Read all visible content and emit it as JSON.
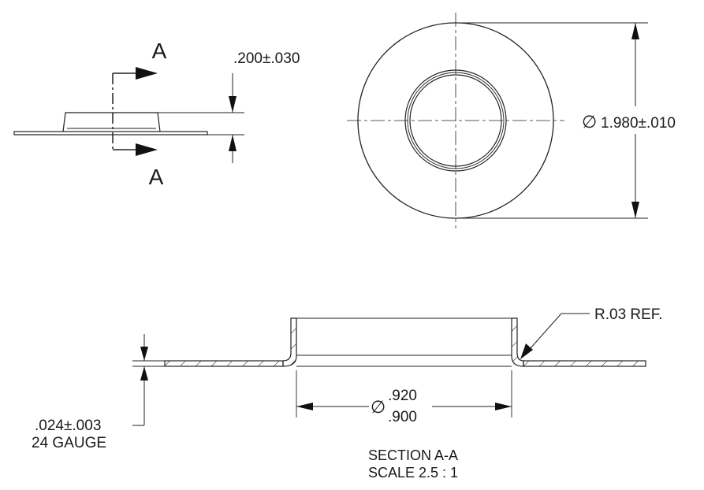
{
  "section_marker": "A",
  "side_view": {
    "height_dim": ".200±.030"
  },
  "top_view": {
    "outer_diameter_dim": "1.980±.010",
    "diameter_symbol": "∅"
  },
  "section_view": {
    "radius_callout": "R.03 REF.",
    "bore_dim_upper": ".920",
    "bore_dim_lower": ".900",
    "diameter_symbol": "∅",
    "thickness_dim": ".024±.003",
    "gauge_label": "24 GAUGE"
  },
  "title": {
    "line1": "SECTION A-A",
    "line2": "SCALE 2.5 : 1"
  }
}
